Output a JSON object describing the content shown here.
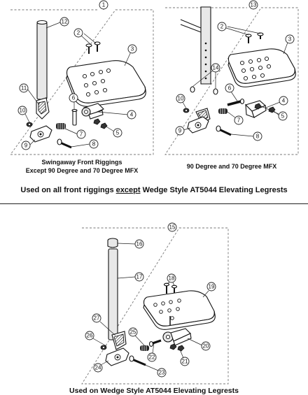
{
  "panels": [
    {
      "id": "panel-1",
      "number": "1",
      "caption_line1": "Swingaway Front Riggings",
      "caption_line2": "Except 90 Degree and 70 Degree MFX"
    },
    {
      "id": "panel-13",
      "number": "13",
      "caption": "90 Degree and 70 Degree MFX"
    },
    {
      "id": "panel-15",
      "number": "15"
    }
  ],
  "notes": {
    "top_prefix": "Used on all front riggings ",
    "top_emph": "except",
    "top_suffix": " Wedge Style AT5044 Elevating Legrests",
    "bottom": "Used on Wedge Style AT5044 Elevating Legrests"
  },
  "callouts": {
    "p1": [
      "12",
      "2",
      "3",
      "11",
      "6",
      "4",
      "10",
      "7",
      "5",
      "9",
      "8"
    ],
    "p13": [
      "2",
      "3",
      "14",
      "6",
      "4",
      "10",
      "5",
      "7",
      "9",
      "8"
    ],
    "p15": [
      "16",
      "17",
      "18",
      "19",
      "27",
      "25",
      "26",
      "20",
      "22",
      "21",
      "24",
      "23"
    ]
  }
}
